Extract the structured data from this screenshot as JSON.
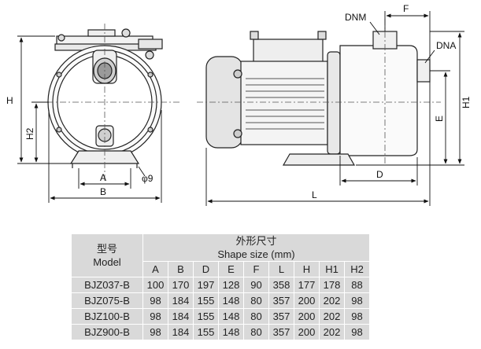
{
  "drawing": {
    "dimension_labels": {
      "H": "H",
      "H2": "H2",
      "A": "A",
      "B": "B",
      "phi9": "φ9",
      "DNM": "DNM",
      "F": "F",
      "DNA": "DNA",
      "H1": "H1",
      "E": "E",
      "D": "D",
      "L": "L"
    }
  },
  "table": {
    "model_header_cn": "型号",
    "model_header_en": "Model",
    "shape_header_cn": "外形尺寸",
    "shape_header_en": "Shape size (mm)",
    "columns": [
      "A",
      "B",
      "D",
      "E",
      "F",
      "L",
      "H",
      "H1",
      "H2"
    ],
    "rows": [
      {
        "model": "BJZ037-B",
        "values": [
          "100",
          "170",
          "197",
          "128",
          "90",
          "358",
          "177",
          "178",
          "88"
        ]
      },
      {
        "model": "BJZ075-B",
        "values": [
          "98",
          "184",
          "155",
          "148",
          "80",
          "357",
          "200",
          "202",
          "98"
        ]
      },
      {
        "model": "BJZ100-B",
        "values": [
          "98",
          "184",
          "155",
          "148",
          "80",
          "357",
          "200",
          "202",
          "98"
        ]
      },
      {
        "model": "BJZ900-B",
        "values": [
          "98",
          "184",
          "155",
          "148",
          "80",
          "357",
          "200",
          "202",
          "98"
        ]
      }
    ]
  }
}
